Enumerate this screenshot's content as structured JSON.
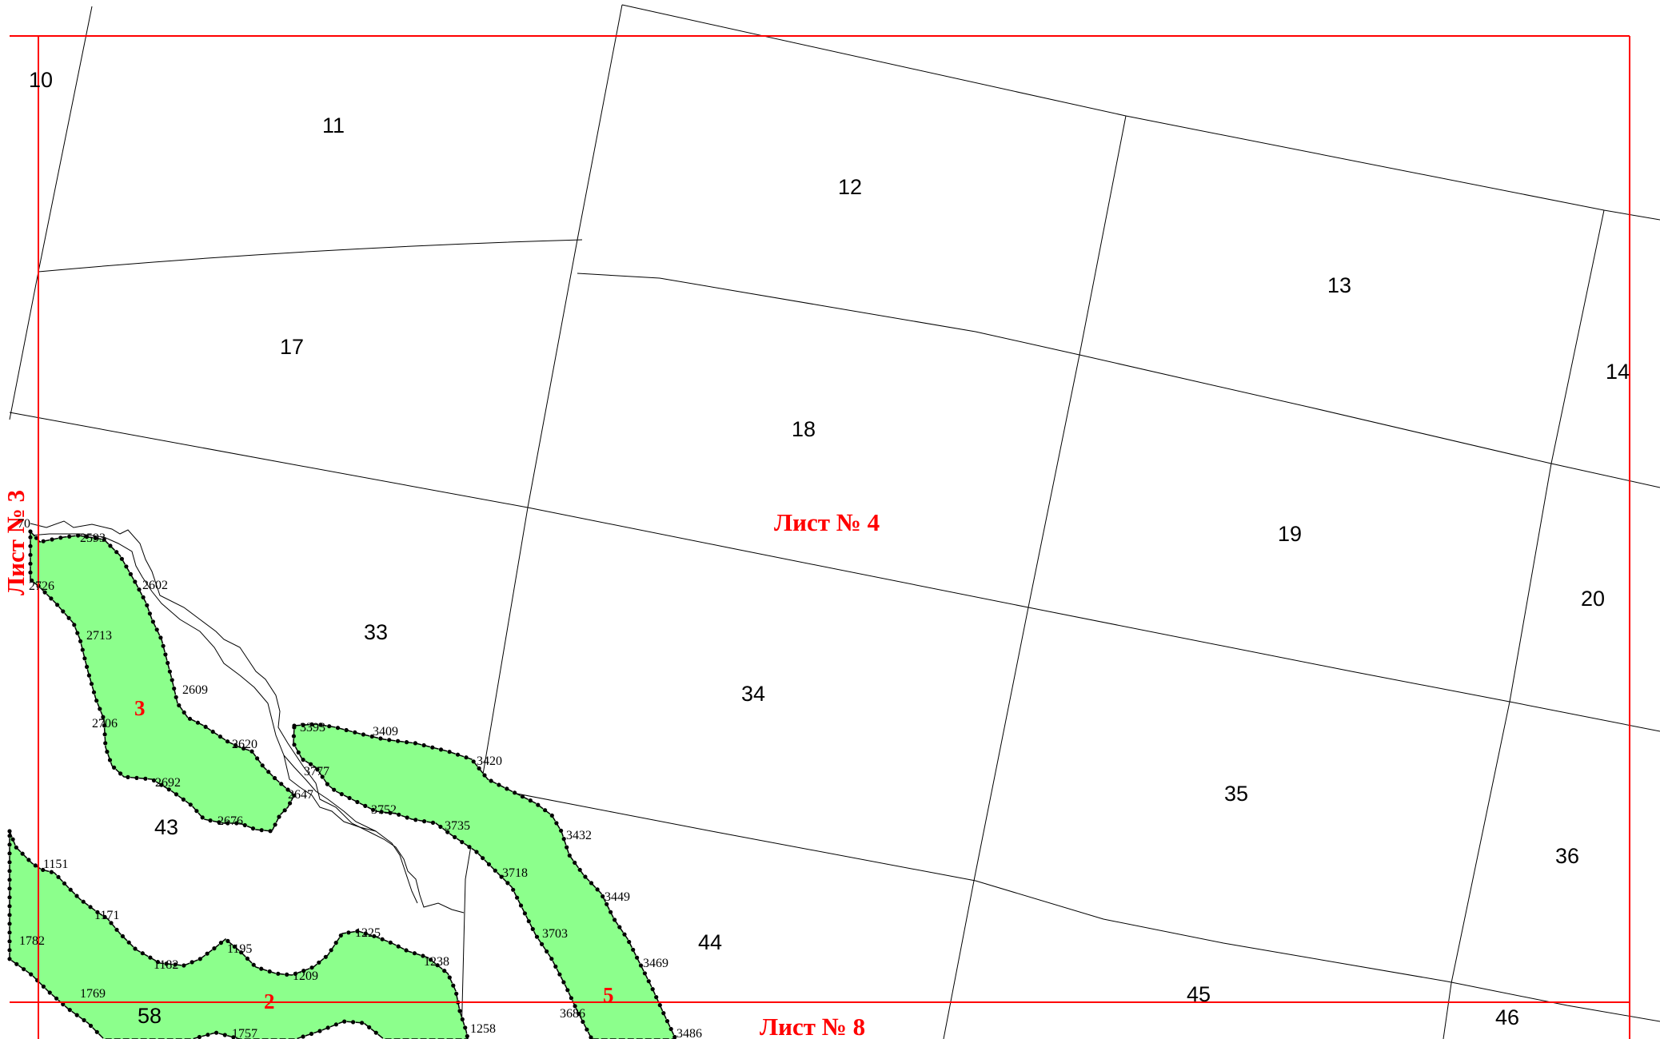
{
  "map": {
    "colors": {
      "sheet_frame": "#ff0000",
      "zone_fill": "#8cff8c",
      "lines": "#000000",
      "background": "#ffffff"
    },
    "sheets": [
      {
        "id": "sheet4",
        "label": "Лист № 4"
      },
      {
        "id": "sheet3",
        "label": "Лист № 3"
      },
      {
        "id": "sheet8",
        "label": "Лист № 8"
      }
    ],
    "parcels": [
      "10",
      "11",
      "12",
      "13",
      "14",
      "17",
      "18",
      "19",
      "20",
      "33",
      "34",
      "35",
      "36",
      "43",
      "44",
      "45",
      "46",
      "58"
    ],
    "zones": [
      "3",
      "5",
      "2"
    ],
    "points": [
      "70",
      "2593",
      "2726",
      "2602",
      "2713",
      "2609",
      "2706",
      "2620",
      "2692",
      "2647",
      "2676",
      "3393",
      "3409",
      "3420",
      "3777",
      "3752",
      "3735",
      "3432",
      "3718",
      "3449",
      "3703",
      "3469",
      "3686",
      "3486",
      "1151",
      "1171",
      "1782",
      "1195",
      "1182",
      "1225",
      "1209",
      "1238",
      "1769",
      "1757",
      "1258"
    ]
  }
}
